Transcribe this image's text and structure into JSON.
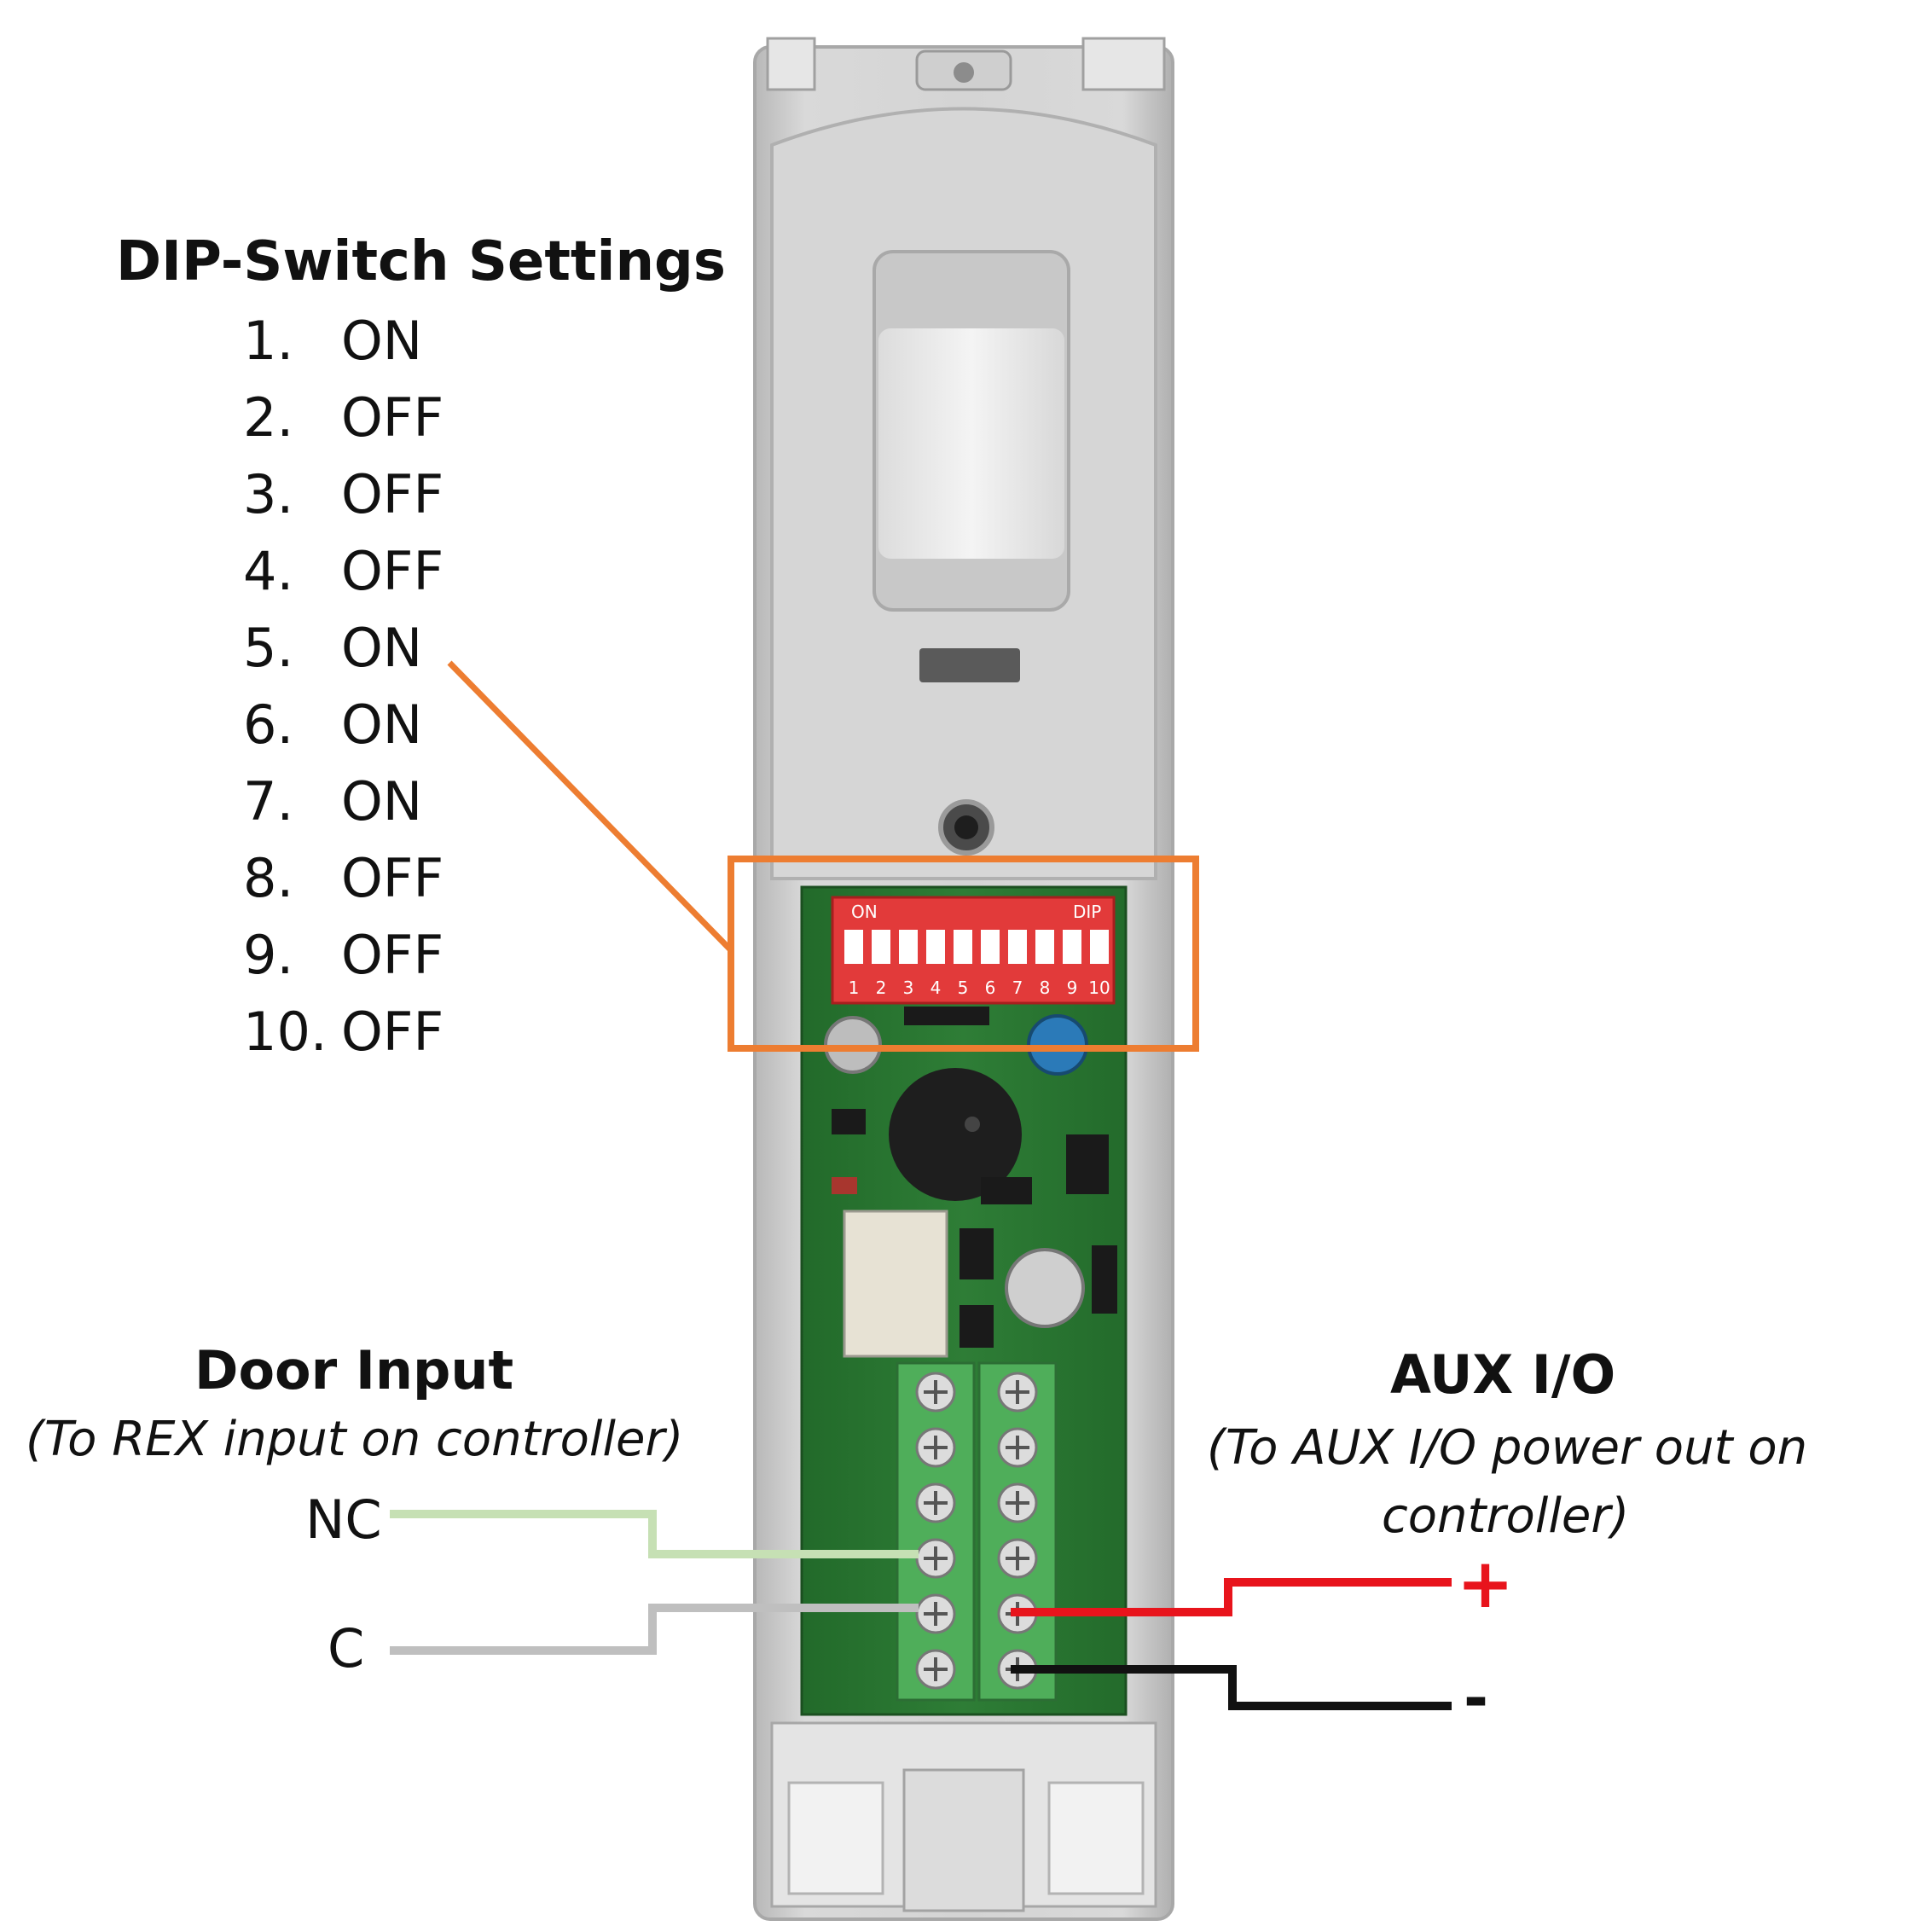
{
  "dip_switch": {
    "title": "DIP-Switch Settings",
    "settings": [
      {
        "number": "1.",
        "state": "ON"
      },
      {
        "number": "2.",
        "state": "OFF"
      },
      {
        "number": "3.",
        "state": "OFF"
      },
      {
        "number": "4.",
        "state": "OFF"
      },
      {
        "number": "5.",
        "state": "ON"
      },
      {
        "number": "6.",
        "state": "ON"
      },
      {
        "number": "7.",
        "state": "ON"
      },
      {
        "number": "8.",
        "state": "OFF"
      },
      {
        "number": "9.",
        "state": "OFF"
      },
      {
        "number": "10.",
        "state": "OFF"
      }
    ],
    "board_on_label": "ON",
    "board_dip_label": "DIP",
    "board_switch_numbers": [
      "1",
      "2",
      "3",
      "4",
      "5",
      "6",
      "7",
      "8",
      "9",
      "10"
    ]
  },
  "door_input": {
    "title": "Door Input",
    "subtitle": "(To REX input on controller)",
    "wires": [
      {
        "label": "NC",
        "color": "#c6e0b4"
      },
      {
        "label": "C",
        "color": "#bfbfbf"
      }
    ]
  },
  "aux_io": {
    "title": "AUX I/O",
    "subtitle_line1": "(To AUX I/O power out on",
    "subtitle_line2": "controller)",
    "wires": [
      {
        "label": "+",
        "color": "#e8141c"
      },
      {
        "label": "-",
        "color": "#111111"
      }
    ]
  },
  "colors": {
    "highlight_box": "#ed7d31",
    "housing": "#d2d2d2",
    "pcb": "#2f7a35",
    "dip_block": "#e23a3a",
    "terminal_block": "#4fae5a"
  }
}
